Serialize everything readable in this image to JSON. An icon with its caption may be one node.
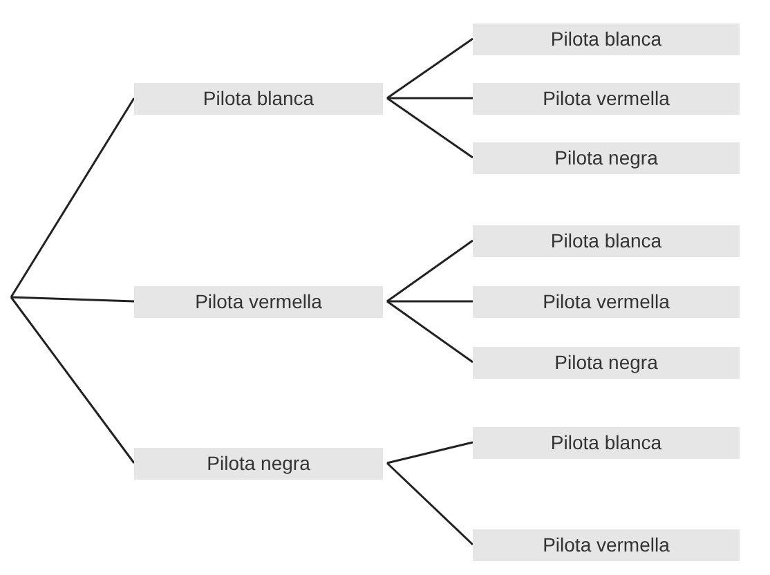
{
  "diagram": {
    "nodes": [
      {
        "text": [
          "Pilota blanca"
        ]
      },
      {
        "text": [
          "Pilota blanca"
        ]
      },
      {
        "text": [
          "Pilota vermella"
        ]
      },
      {
        "text": [
          "Pilota negra"
        ]
      },
      {
        "text": [
          "Pilota vermella"
        ]
      },
      {
        "text": [
          "Pilota blanca"
        ]
      },
      {
        "text": [
          "Pilota vermella"
        ]
      },
      {
        "text": [
          "Pilota negra"
        ]
      },
      {
        "text": [
          "Pilota negra"
        ]
      },
      {
        "text": [
          "Pilota blanca"
        ]
      },
      {
        "text": [
          "Pilota vermella"
        ]
      }
    ],
    "edges": [
      {
        "from": null,
        "to": 0,
        "arrow": "none"
      },
      {
        "from": null,
        "to": 4,
        "arrow": "none"
      },
      {
        "from": null,
        "to": 8,
        "arrow": "none"
      },
      {
        "from": 0,
        "to": 1,
        "arrow": "none"
      },
      {
        "from": 0,
        "to": 2,
        "arrow": "none"
      },
      {
        "from": 0,
        "to": 3,
        "arrow": "none"
      },
      {
        "from": 4,
        "to": 5,
        "arrow": "none"
      },
      {
        "from": 4,
        "to": 6,
        "arrow": "none"
      },
      {
        "from": 4,
        "to": 7,
        "arrow": "none"
      },
      {
        "from": 8,
        "to": 9,
        "arrow": "none"
      },
      {
        "from": 8,
        "to": 10,
        "arrow": "none"
      }
    ]
  }
}
